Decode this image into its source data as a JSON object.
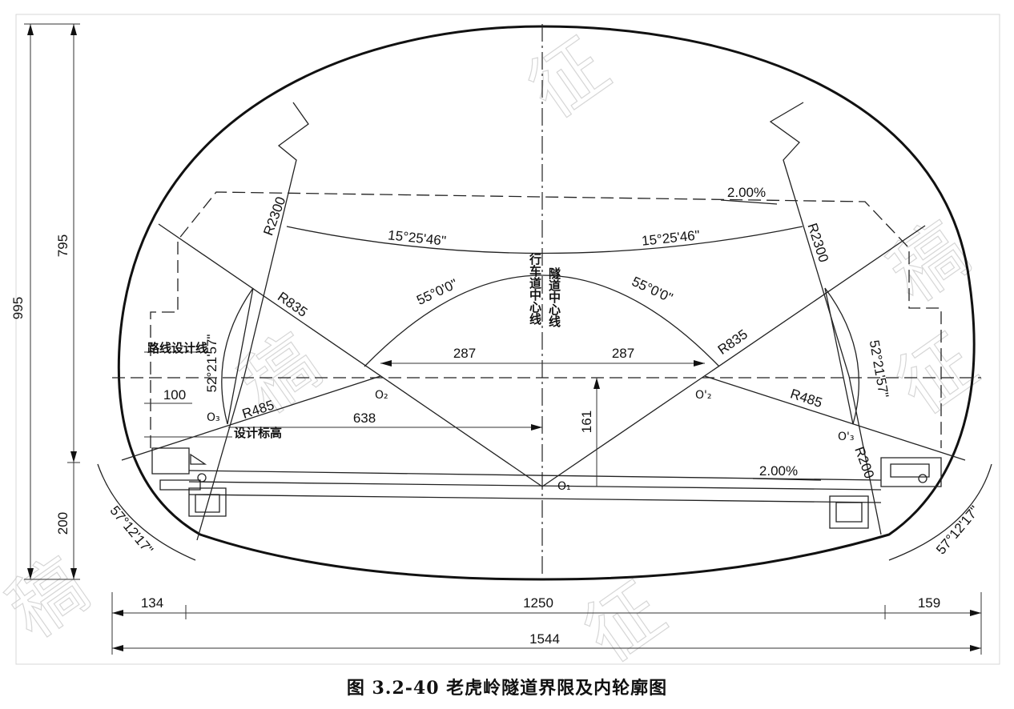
{
  "caption": "图 3.2-40  老虎岭隧道界限及内轮廓图",
  "dimensions": {
    "total_height": "995",
    "upper_height": "795",
    "lower_height": "200",
    "left_offset": "134",
    "middle_width": "1250",
    "right_offset": "159",
    "total_width": "1544",
    "half_span_left": "287",
    "half_span_right": "287",
    "offset_638": "638",
    "height_161": "161",
    "offset_100": "100"
  },
  "radii": {
    "r2300_left": "R2300",
    "r2300_right": "R2300",
    "r835_left": "R835",
    "r835_right": "R835",
    "r485_left": "R485",
    "r485_right": "R485",
    "r200": "R200"
  },
  "angles": {
    "top_left": "15°25'46\"",
    "top_right": "15°25'46\"",
    "mid_left": "55°0'0\"",
    "mid_right": "55°0'0\"",
    "side_left": "52°21'57\"",
    "side_right": "52°21'57\"",
    "bottom_left": "57°12'17\"",
    "bottom_right": "57°12'17\""
  },
  "slopes": {
    "top": "2.00%",
    "bottom": "2.00%"
  },
  "points": {
    "o1": "O₁",
    "o2_left": "O₂",
    "o2_right": "O'₂",
    "o3_left": "O₃",
    "o3_right": "O'₃"
  },
  "labels": {
    "road_centerline": "路线设计线",
    "design_elevation": "设计标高",
    "lane_centerline": "行车道中心线",
    "tunnel_centerline": "隧道中心线"
  },
  "watermark": [
    "征",
    "稿",
    "征",
    "稿",
    "征",
    "稿"
  ]
}
